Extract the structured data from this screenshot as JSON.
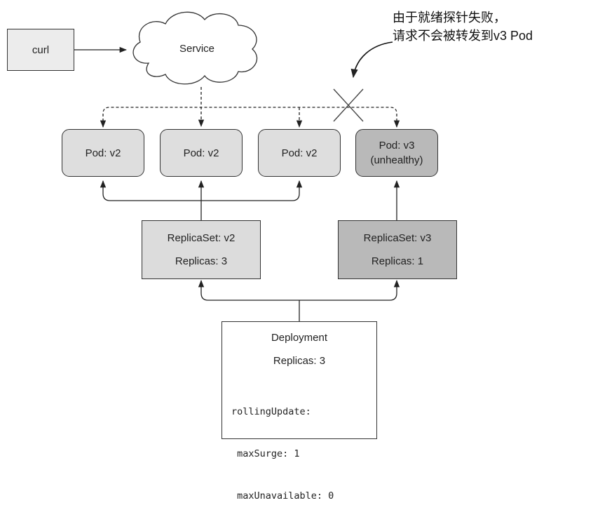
{
  "curl": {
    "label": "curl"
  },
  "service": {
    "label": "Service"
  },
  "annotation": {
    "line1": "由于就绪探针失败，",
    "line2": "请求不会被转发到v3 Pod"
  },
  "pods": [
    {
      "label": "Pod: v2",
      "status": ""
    },
    {
      "label": "Pod: v2",
      "status": ""
    },
    {
      "label": "Pod: v2",
      "status": ""
    },
    {
      "label": "Pod: v3",
      "status": "(unhealthy)"
    }
  ],
  "replicasets": [
    {
      "name": "ReplicaSet: v2",
      "replicas": "Replicas: 3"
    },
    {
      "name": "ReplicaSet: v3",
      "replicas": "Replicas: 1"
    }
  ],
  "deployment": {
    "title": "Deployment",
    "replicas": "Replicas: 3",
    "rolling_update": "rollingUpdate:",
    "max_surge": " maxSurge: 1",
    "max_unavailable": " maxUnavailable: 0"
  },
  "colors": {
    "line": "#222222",
    "pod_fill": "#dedede",
    "pod_unhealthy_fill": "#b9b9b9",
    "replicaset_fill": "#dcdcdc",
    "replicaset_v3_fill": "#b9b9b9"
  }
}
